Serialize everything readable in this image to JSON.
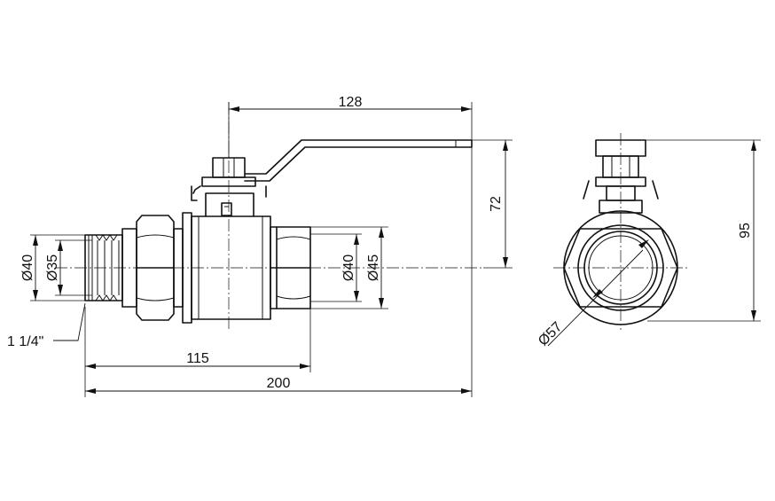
{
  "side_view": {
    "overall_length": "200",
    "thread_to_union_length": "115",
    "handle_reach": "128",
    "handle_height": "72",
    "male_thread_outer": "Ø40",
    "male_thread_inner": "Ø35",
    "female_end_inner": "Ø40",
    "female_end_outer": "Ø45",
    "thread_size": "1 1/4\""
  },
  "end_view": {
    "total_height": "95",
    "body_diameter": "Ø57"
  }
}
